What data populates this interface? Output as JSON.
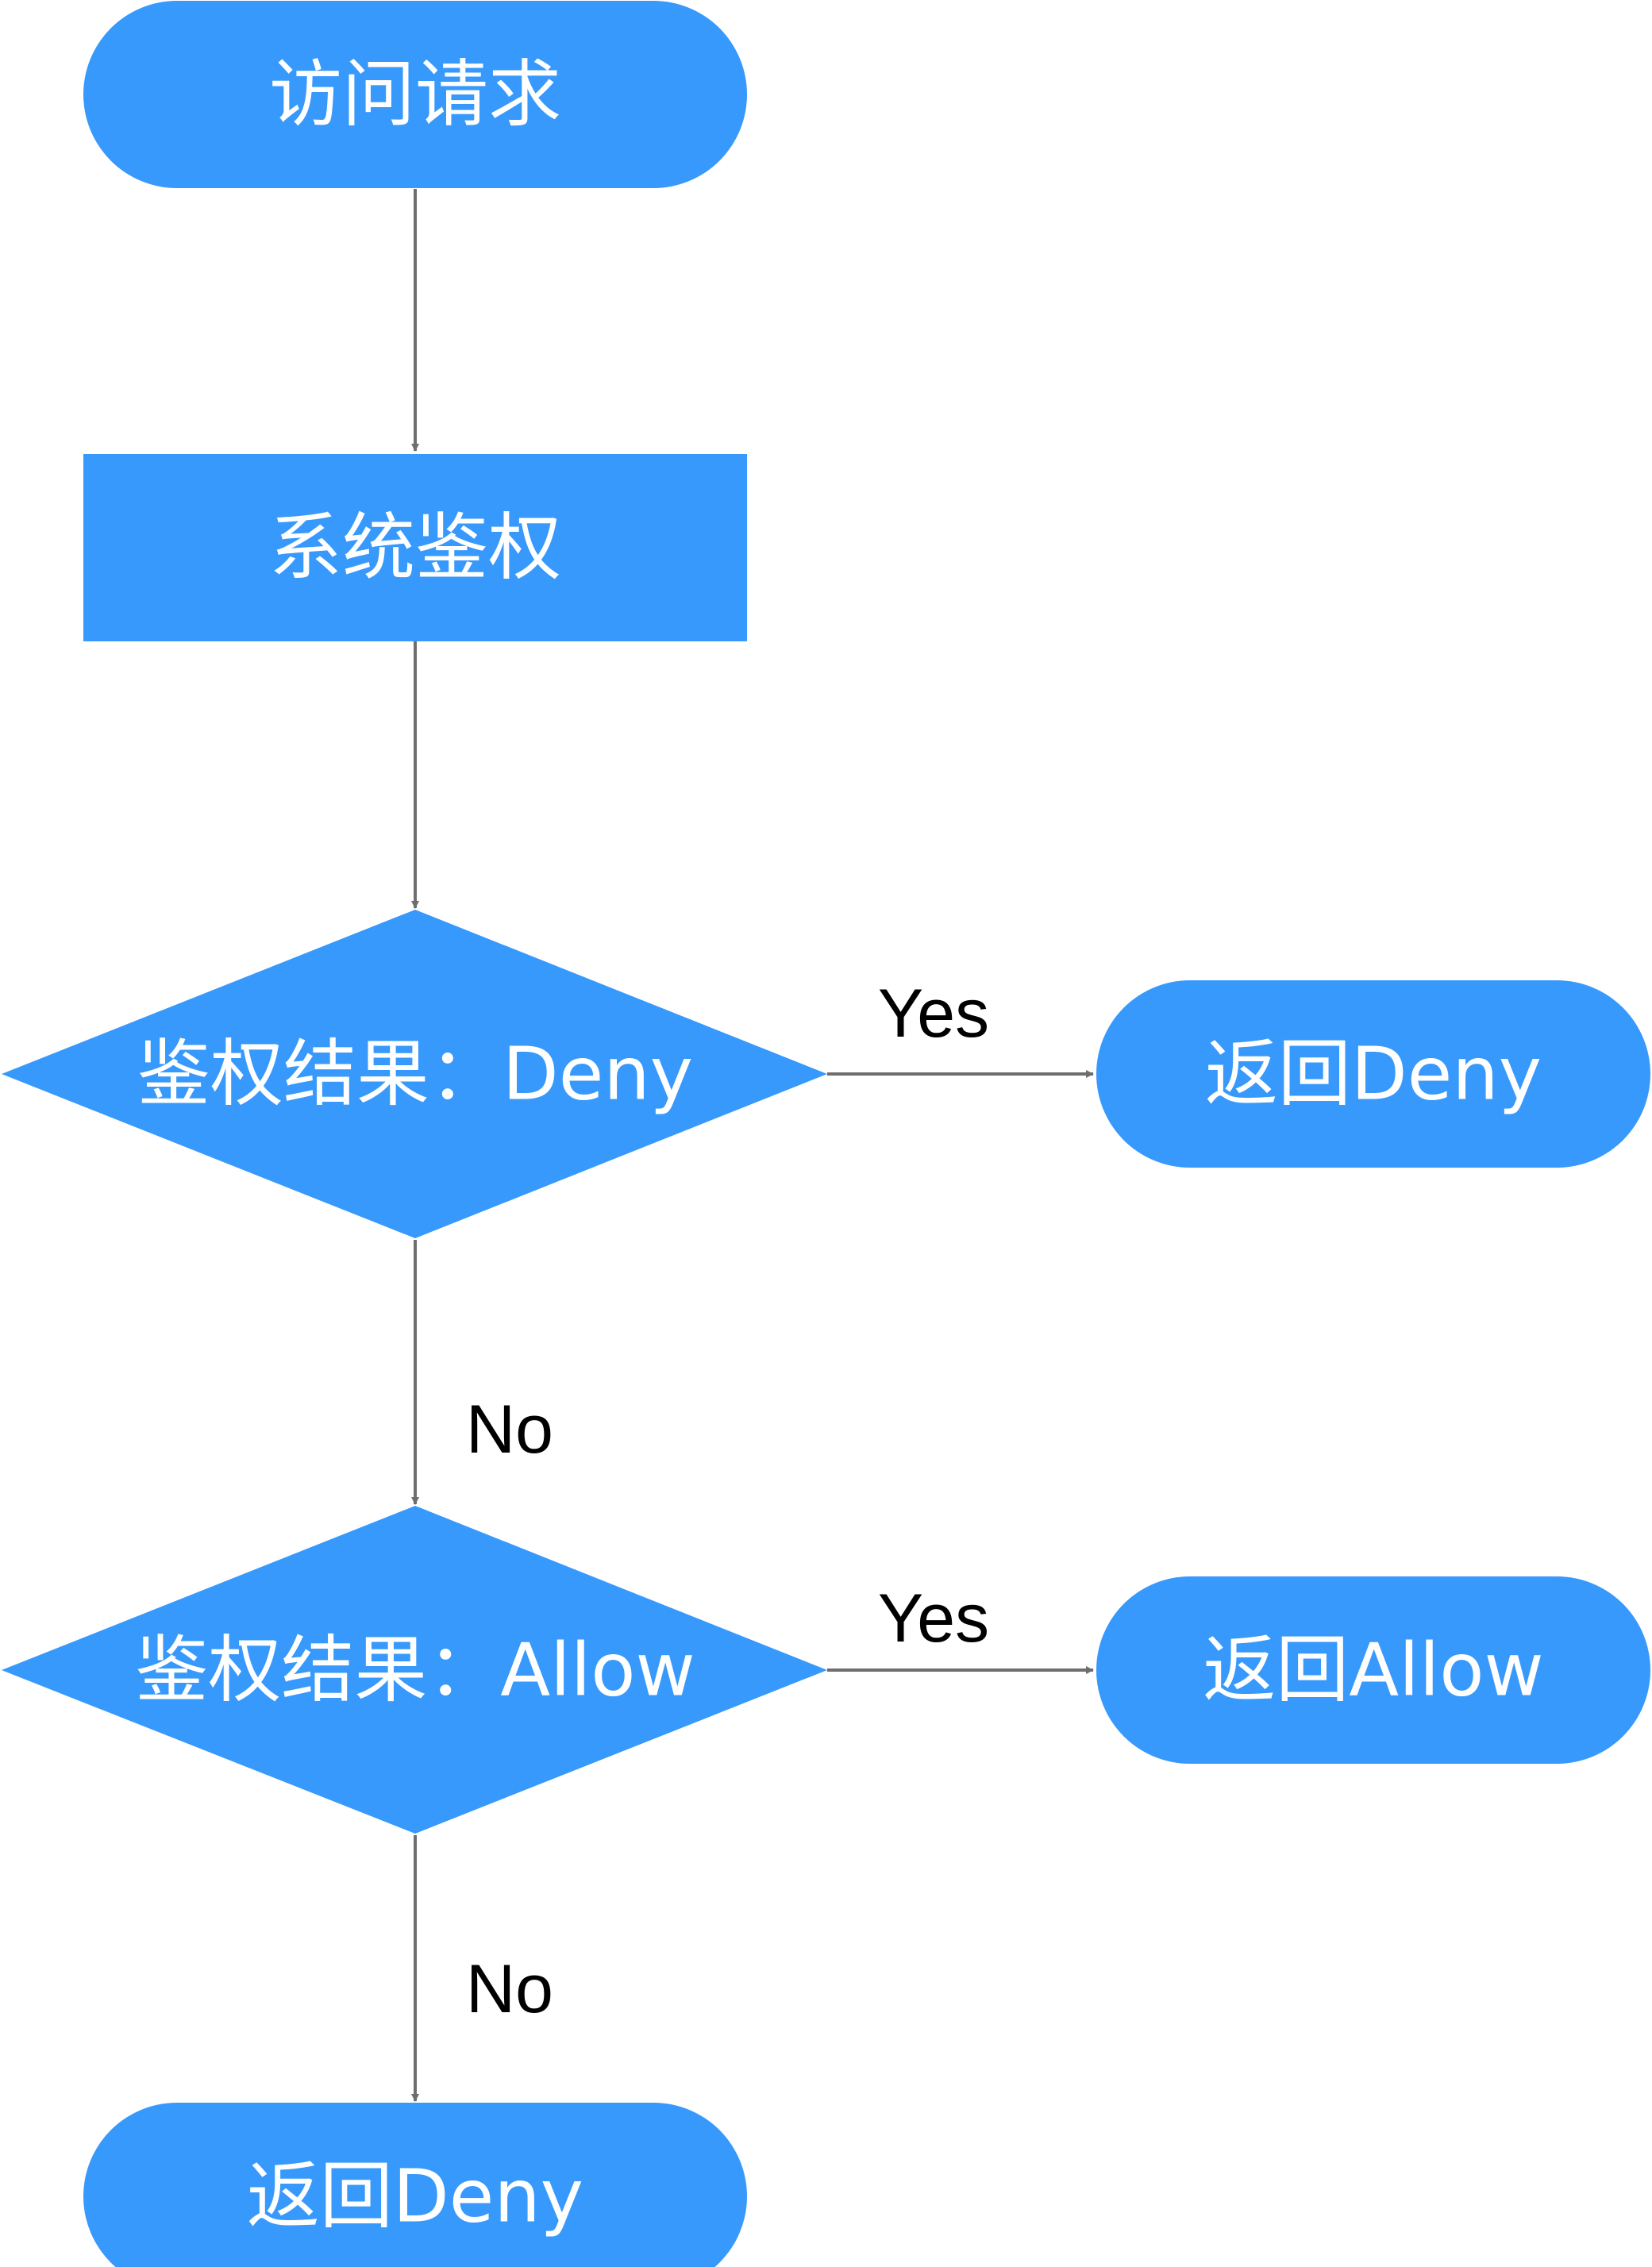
{
  "colors": {
    "node_fill": "#3799FC",
    "node_text": "#FFFFFF",
    "edge": "#6E6E6E",
    "label": "#000000",
    "background": "#FFFFFF"
  },
  "nodes": {
    "start": {
      "shape": "terminal",
      "label": "访问请求"
    },
    "system_auth": {
      "shape": "process",
      "label": "系统鉴权"
    },
    "decision_deny": {
      "shape": "decision",
      "label": "鉴权结果：Deny"
    },
    "return_deny_1": {
      "shape": "terminal",
      "label": "返回Deny"
    },
    "decision_allow": {
      "shape": "decision",
      "label": "鉴权结果：Allow"
    },
    "return_allow": {
      "shape": "terminal",
      "label": "返回Allow"
    },
    "return_deny_2": {
      "shape": "terminal",
      "label": "返回Deny"
    }
  },
  "edges": {
    "deny_yes": "Yes",
    "deny_no": "No",
    "allow_yes": "Yes",
    "allow_no": "No"
  }
}
